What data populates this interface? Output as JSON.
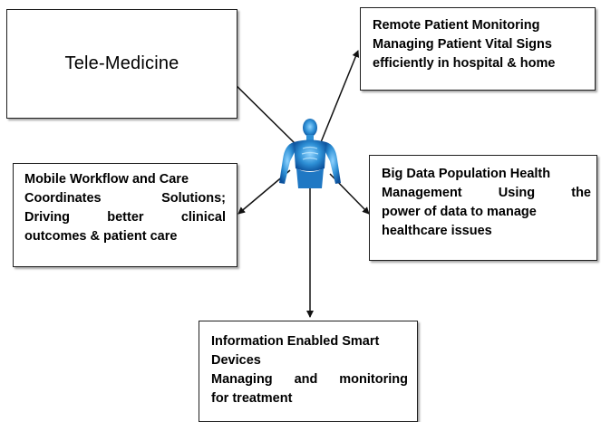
{
  "diagram": {
    "center": {
      "icon": "human-body-figure-icon",
      "color": "#2d8fd5"
    },
    "boxes": {
      "tele_medicine": {
        "title": "Tele-Medicine"
      },
      "remote_monitoring": {
        "lines": [
          "Remote Patient Monitoring",
          "Managing Patient Vital Signs",
          "efficiently in hospital & home"
        ]
      },
      "mobile_workflow": {
        "lines": [
          [
            "Mobile Workflow and Care"
          ],
          [
            "Coordinates",
            "Solutions;"
          ],
          [
            "Driving",
            "better",
            "clinical"
          ],
          [
            "outcomes & patient care"
          ]
        ]
      },
      "big_data": {
        "lines": [
          [
            "Big Data Population Health"
          ],
          [
            "Management",
            "Using",
            "the"
          ],
          [
            "power of data to manage"
          ],
          [
            "healthcare issues"
          ]
        ]
      },
      "smart_devices": {
        "lines": [
          [
            "Information Enabled Smart"
          ],
          [
            "Devices"
          ],
          [
            "Managing",
            "and",
            "monitoring"
          ],
          [
            "for treatment"
          ]
        ]
      }
    }
  }
}
